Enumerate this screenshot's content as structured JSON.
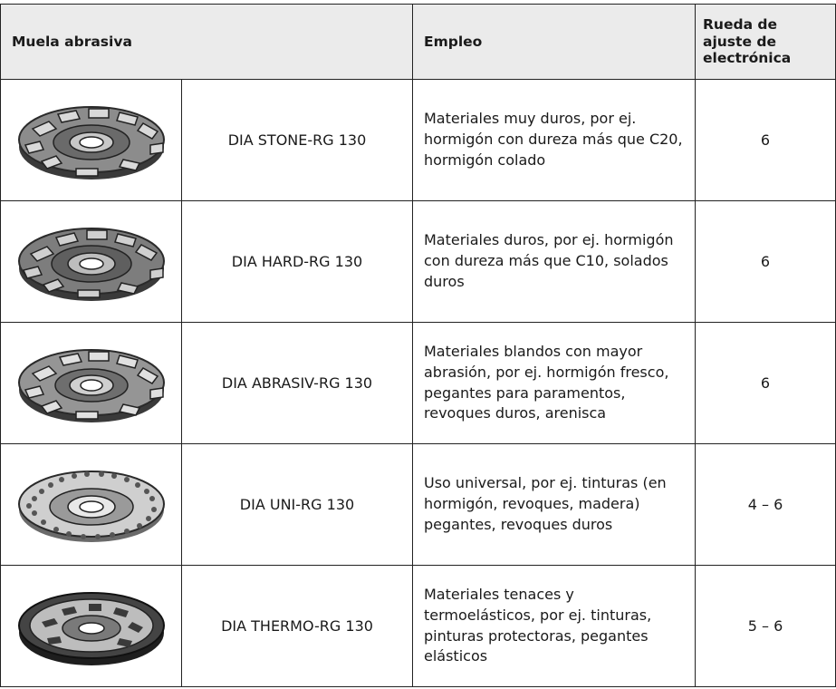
{
  "header": {
    "wheel": "Muela abrasiva",
    "use": "Empleo",
    "setting": "Rueda de ajuste de electrónica"
  },
  "rows": [
    {
      "name": "DIA STONE-RG 130",
      "use": "Materiales muy duros, por ej. hormigón con dureza más que C20, hormigón colado",
      "setting": "6",
      "icon": "diamond-cup-wheel-segmented-icon"
    },
    {
      "name": "DIA HARD-RG 130",
      "use": "Materiales duros, por ej. hormigón con dureza más que C10, solados duros",
      "setting": "6",
      "icon": "diamond-cup-wheel-segmented-icon"
    },
    {
      "name": "DIA ABRASIV-RG 130",
      "use": "Materiales blandos con mayor abrasión, por ej. hormigón fresco, pegantes para paramentos, revoques duros, arenisca",
      "setting": "6",
      "icon": "diamond-cup-wheel-segmented-icon"
    },
    {
      "name": "DIA UNI-RG 130",
      "use": "Uso universal, por ej. tinturas (en hormigón, revoques, madera) pegantes, revoques duros",
      "setting": "4 – 6",
      "icon": "diamond-cup-wheel-perforated-icon"
    },
    {
      "name": "DIA THERMO-RG 130",
      "use": "Materiales tenaces y termoelásticos, por ej. tinturas, pinturas protectoras, pegantes elásticos",
      "setting": "5 – 6",
      "icon": "diamond-cup-wheel-smooth-icon"
    }
  ]
}
